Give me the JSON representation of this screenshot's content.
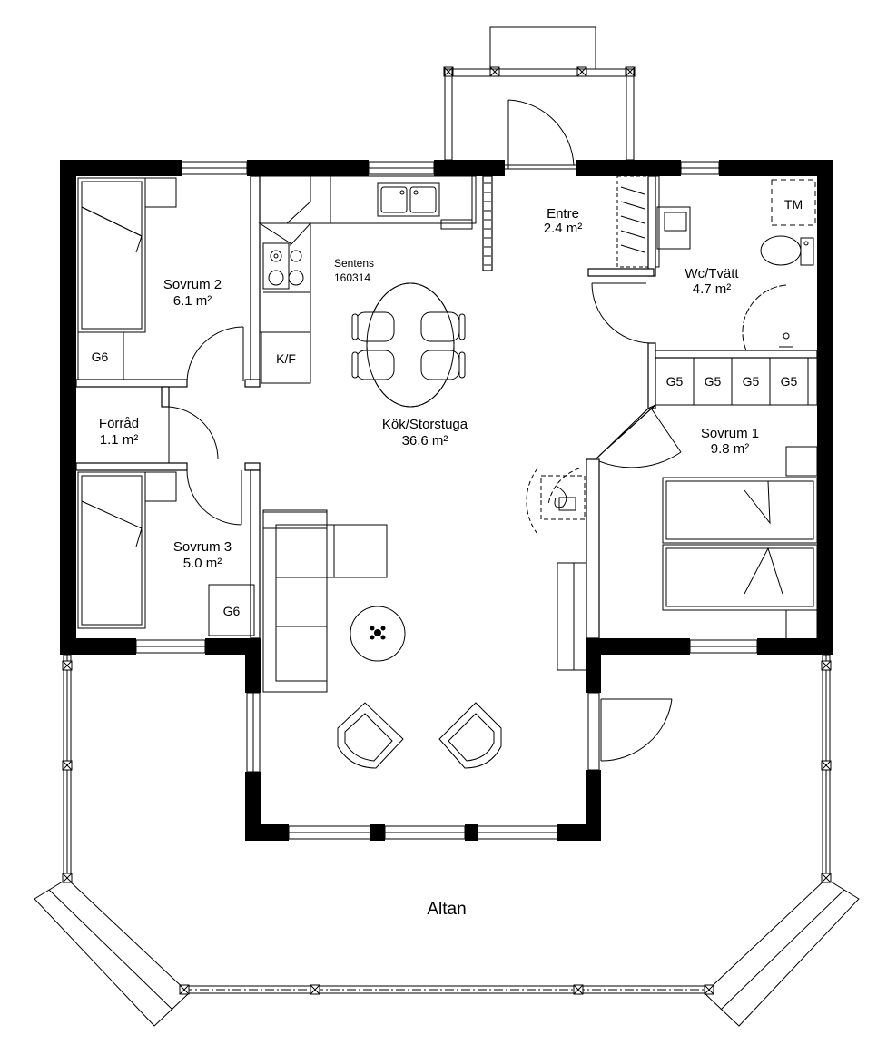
{
  "rooms": {
    "sovrum2": {
      "name": "Sovrum 2",
      "area": "6.1 m²"
    },
    "forrad": {
      "name": "Förråd",
      "area": "1.1 m²"
    },
    "sovrum3": {
      "name": "Sovrum 3",
      "area": "5.0 m²"
    },
    "kok": {
      "name": "Kök/Storstuga",
      "area": "36.6 m²"
    },
    "entre": {
      "name": "Entre",
      "area": "2.4 m²"
    },
    "wc": {
      "name": "Wc/Tvätt",
      "area": "4.7 m²"
    },
    "sovrum1": {
      "name": "Sovrum 1",
      "area": "9.8 m²"
    },
    "altan": {
      "name": "Altan"
    }
  },
  "appliance": {
    "brand": "Sentens",
    "code": "160314"
  },
  "tags": {
    "g6": "G6",
    "g5": "G5",
    "kf": "K/F",
    "tm": "TM"
  },
  "colors": {
    "wall": "#000000",
    "line": "#000000",
    "background": "#ffffff"
  }
}
